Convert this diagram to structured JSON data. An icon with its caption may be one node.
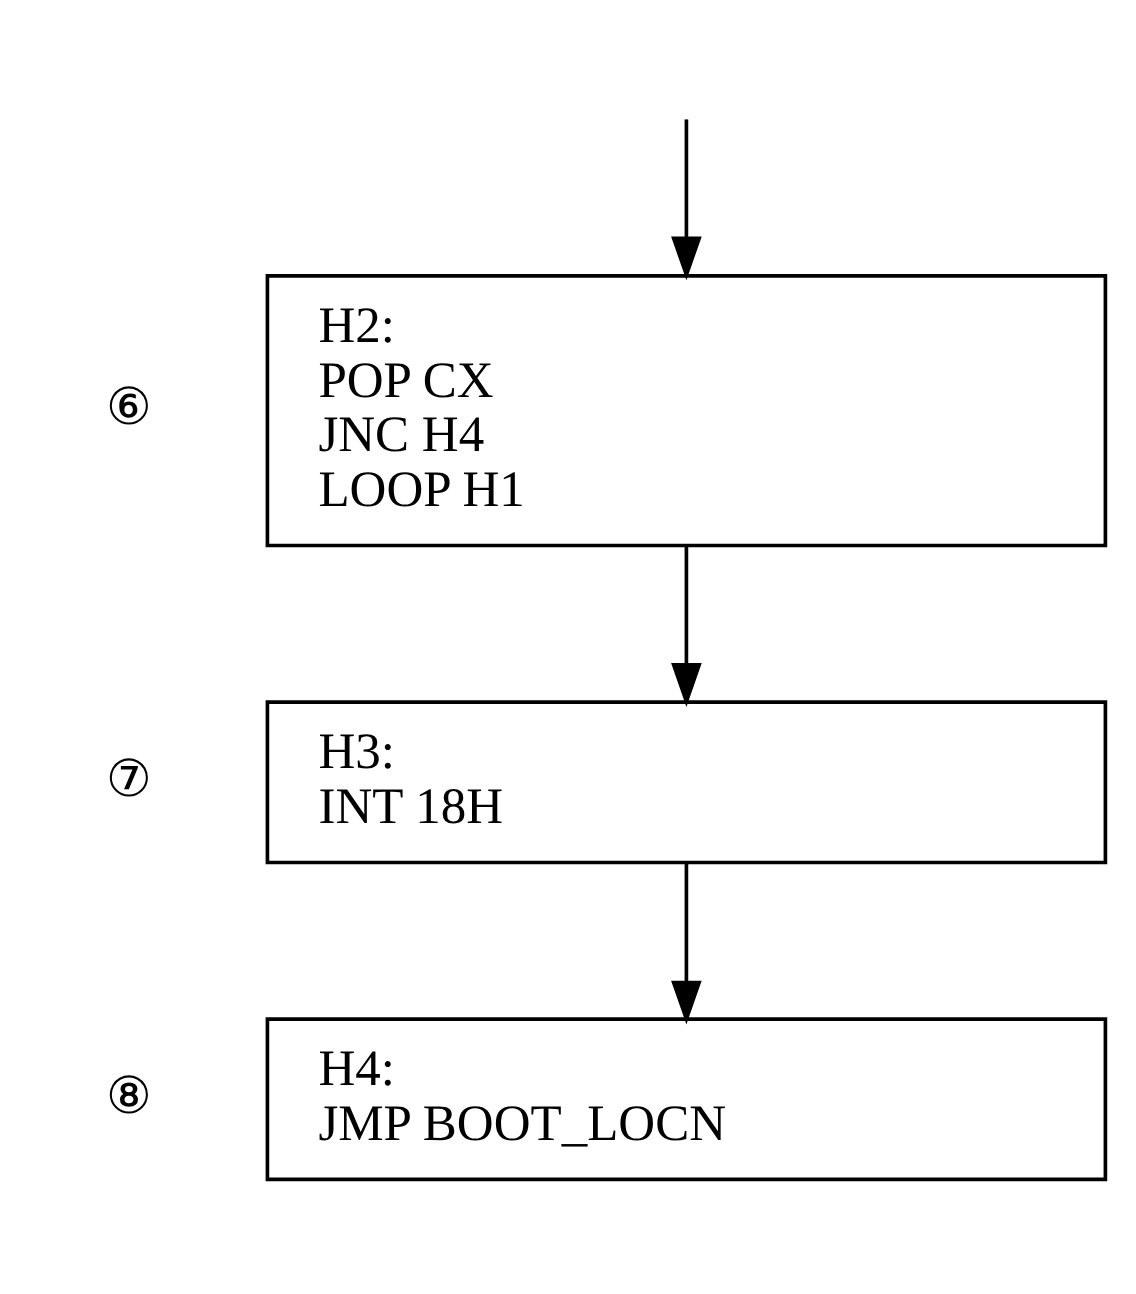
{
  "diagram": {
    "nodes": [
      {
        "text": [
          "H2:",
          "POP CX",
          "JNC H4",
          "LOOP H1"
        ],
        "beside": [
          "⑥"
        ]
      },
      {
        "text": [
          "H3:",
          "INT 18H"
        ],
        "beside": [
          "⑦"
        ]
      },
      {
        "text": [
          "H4:",
          "JMP BOOT_LOCN"
        ],
        "beside": [
          "⑧"
        ]
      }
    ],
    "edges": [
      {
        "from": null,
        "to": 0,
        "arrow": "to"
      },
      {
        "from": 0,
        "to": 1,
        "arrow": "to"
      },
      {
        "from": 1,
        "to": 2,
        "arrow": "to"
      }
    ]
  }
}
